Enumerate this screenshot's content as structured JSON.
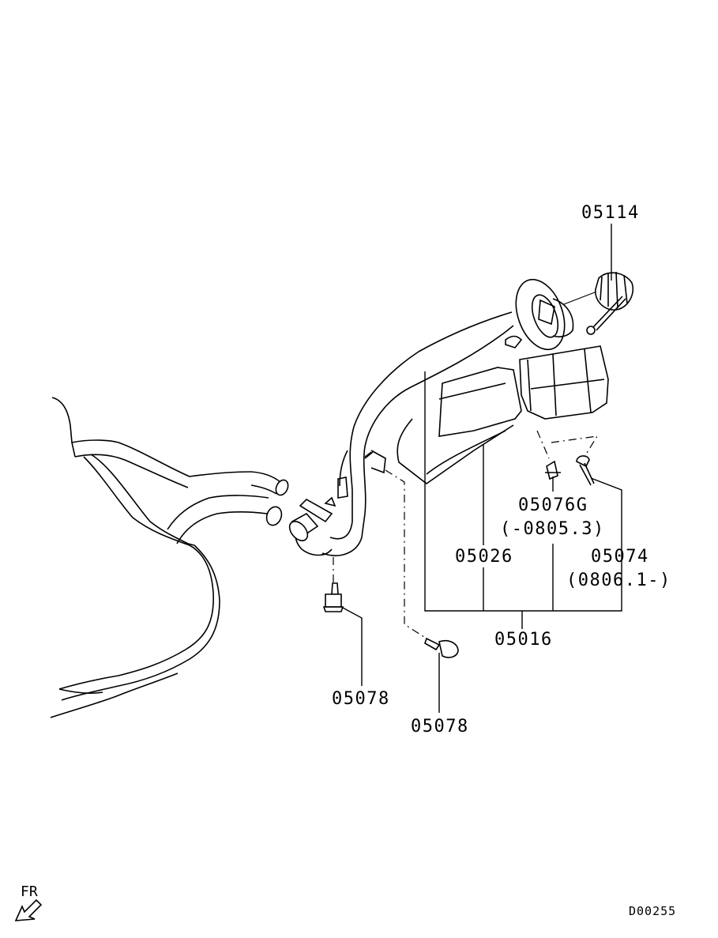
{
  "parts": {
    "fuel_cap": "05114",
    "filler_neck": "05016",
    "protector": "05026",
    "clip": "05076G",
    "clip_date": "(-0805.3)",
    "rivet": "05074",
    "rivet_date": "(0806.1-)",
    "bolt_left": "05078",
    "bolt_right": "05078"
  },
  "direction": {
    "label": "FR"
  },
  "diagram_id": "D00255"
}
